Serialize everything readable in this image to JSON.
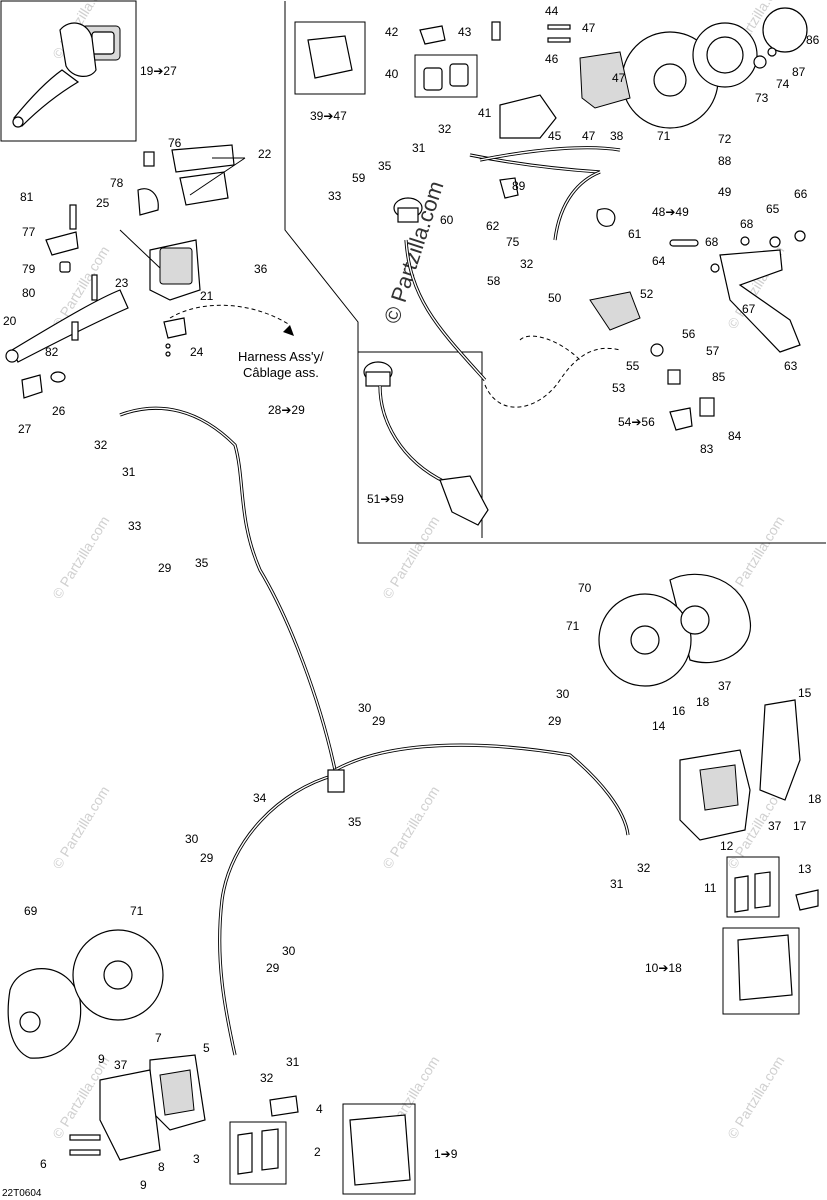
{
  "watermark": "© Partzilla.com",
  "harness_note": "Harness Ass'y/\nCâblage ass.",
  "figure_code": "22T0604",
  "labels": [
    {
      "id": "l20",
      "text": "20"
    },
    {
      "id": "l19",
      "text": "19➔27"
    },
    {
      "id": "l22",
      "text": "22"
    },
    {
      "id": "l76",
      "text": "76"
    },
    {
      "id": "l78",
      "text": "78"
    },
    {
      "id": "l81",
      "text": "81"
    },
    {
      "id": "l25",
      "text": "25"
    },
    {
      "id": "l77",
      "text": "77"
    },
    {
      "id": "l79",
      "text": "79"
    },
    {
      "id": "l23",
      "text": "23"
    },
    {
      "id": "l80",
      "text": "80"
    },
    {
      "id": "l21",
      "text": "21"
    },
    {
      "id": "l36",
      "text": "36"
    },
    {
      "id": "l82",
      "text": "82"
    },
    {
      "id": "l24",
      "text": "24"
    },
    {
      "id": "l27",
      "text": "27"
    },
    {
      "id": "l26",
      "text": "26"
    },
    {
      "id": "l28",
      "text": "28➔29"
    },
    {
      "id": "l32a",
      "text": "32"
    },
    {
      "id": "l31a",
      "text": "31"
    },
    {
      "id": "l33a",
      "text": "33"
    },
    {
      "id": "l29a",
      "text": "29"
    },
    {
      "id": "l35a",
      "text": "35"
    },
    {
      "id": "l42",
      "text": "42"
    },
    {
      "id": "l43",
      "text": "43"
    },
    {
      "id": "l44",
      "text": "44"
    },
    {
      "id": "l47a",
      "text": "47"
    },
    {
      "id": "l46",
      "text": "46"
    },
    {
      "id": "l47b",
      "text": "47"
    },
    {
      "id": "l40",
      "text": "40"
    },
    {
      "id": "l39",
      "text": "39➔47"
    },
    {
      "id": "l41",
      "text": "41"
    },
    {
      "id": "l45",
      "text": "45"
    },
    {
      "id": "l47c",
      "text": "47"
    },
    {
      "id": "l38",
      "text": "38"
    },
    {
      "id": "l32b",
      "text": "32"
    },
    {
      "id": "l31b",
      "text": "31"
    },
    {
      "id": "l35b",
      "text": "35"
    },
    {
      "id": "l59",
      "text": "59"
    },
    {
      "id": "l33b",
      "text": "33"
    },
    {
      "id": "l60",
      "text": "60"
    },
    {
      "id": "l89",
      "text": "89"
    },
    {
      "id": "l62",
      "text": "62"
    },
    {
      "id": "l75",
      "text": "75"
    },
    {
      "id": "l61",
      "text": "61"
    },
    {
      "id": "l48",
      "text": "48➔49"
    },
    {
      "id": "l49",
      "text": "49"
    },
    {
      "id": "l88",
      "text": "88"
    },
    {
      "id": "l71a",
      "text": "71"
    },
    {
      "id": "l72",
      "text": "72"
    },
    {
      "id": "l73",
      "text": "73"
    },
    {
      "id": "l74",
      "text": "74"
    },
    {
      "id": "l87",
      "text": "87"
    },
    {
      "id": "l86",
      "text": "86"
    },
    {
      "id": "l32c",
      "text": "32"
    },
    {
      "id": "l58",
      "text": "58"
    },
    {
      "id": "l64",
      "text": "64"
    },
    {
      "id": "l68a",
      "text": "68"
    },
    {
      "id": "l65",
      "text": "65"
    },
    {
      "id": "l66",
      "text": "66"
    },
    {
      "id": "l68b",
      "text": "68"
    },
    {
      "id": "l67",
      "text": "67"
    },
    {
      "id": "l63",
      "text": "63"
    },
    {
      "id": "l50",
      "text": "50"
    },
    {
      "id": "l52",
      "text": "52"
    },
    {
      "id": "l56",
      "text": "56"
    },
    {
      "id": "l55",
      "text": "55"
    },
    {
      "id": "l57",
      "text": "57"
    },
    {
      "id": "l53",
      "text": "53"
    },
    {
      "id": "l85",
      "text": "85"
    },
    {
      "id": "l54",
      "text": "54➔56"
    },
    {
      "id": "l84",
      "text": "84"
    },
    {
      "id": "l83",
      "text": "83"
    },
    {
      "id": "l51",
      "text": "51➔59"
    },
    {
      "id": "l70",
      "text": "70"
    },
    {
      "id": "l71b",
      "text": "71"
    },
    {
      "id": "l37a",
      "text": "37"
    },
    {
      "id": "l18a",
      "text": "18"
    },
    {
      "id": "l15",
      "text": "15"
    },
    {
      "id": "l14",
      "text": "14"
    },
    {
      "id": "l16",
      "text": "16"
    },
    {
      "id": "l18b",
      "text": "18"
    },
    {
      "id": "l37b",
      "text": "37"
    },
    {
      "id": "l17",
      "text": "17"
    },
    {
      "id": "l12",
      "text": "12"
    },
    {
      "id": "l11",
      "text": "11"
    },
    {
      "id": "l13",
      "text": "13"
    },
    {
      "id": "l10",
      "text": "10➔18"
    },
    {
      "id": "l30a",
      "text": "30"
    },
    {
      "id": "l29b",
      "text": "29"
    },
    {
      "id": "l30b",
      "text": "30"
    },
    {
      "id": "l29c",
      "text": "29"
    },
    {
      "id": "l34",
      "text": "34"
    },
    {
      "id": "l35c",
      "text": "35"
    },
    {
      "id": "l30c",
      "text": "30"
    },
    {
      "id": "l29d",
      "text": "29"
    },
    {
      "id": "l32d",
      "text": "32"
    },
    {
      "id": "l31c",
      "text": "31"
    },
    {
      "id": "l69",
      "text": "69"
    },
    {
      "id": "l71c",
      "text": "71"
    },
    {
      "id": "l30d",
      "text": "30"
    },
    {
      "id": "l29e",
      "text": "29"
    },
    {
      "id": "l37c",
      "text": "37"
    },
    {
      "id": "l9a",
      "text": "9"
    },
    {
      "id": "l7",
      "text": "7"
    },
    {
      "id": "l5",
      "text": "5"
    },
    {
      "id": "l31d",
      "text": "31"
    },
    {
      "id": "l32e",
      "text": "32"
    },
    {
      "id": "l4",
      "text": "4"
    },
    {
      "id": "l6",
      "text": "6"
    },
    {
      "id": "l8",
      "text": "8"
    },
    {
      "id": "l3",
      "text": "3"
    },
    {
      "id": "l2",
      "text": "2"
    },
    {
      "id": "l9b",
      "text": "9"
    },
    {
      "id": "l1",
      "text": "1➔9"
    }
  ]
}
